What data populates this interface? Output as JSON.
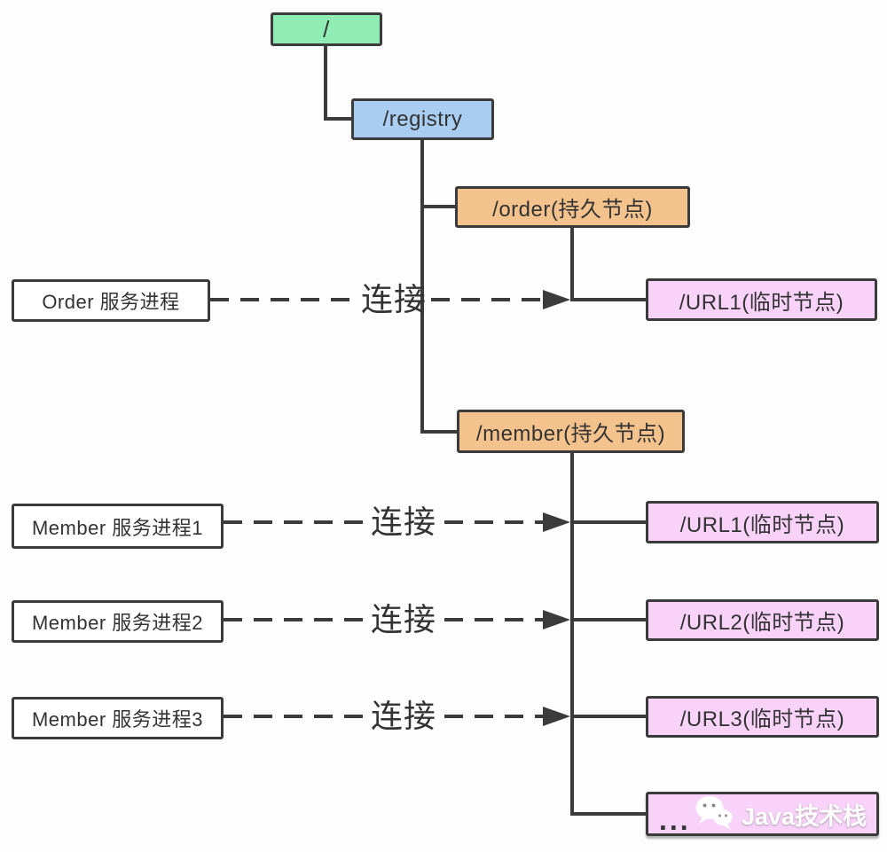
{
  "connector_label": "连接",
  "nodes": {
    "root": {
      "label": "/",
      "fill": "#8FEDB4"
    },
    "registry": {
      "label": "/registry",
      "fill": "#A9CDF1"
    },
    "order": {
      "label": "/order(持久节点)",
      "fill": "#F4C28C"
    },
    "member": {
      "label": "/member(持久节点)",
      "fill": "#F4C28C"
    },
    "order_url1": {
      "label": "/URL1(临时节点)",
      "fill": "#F8D2F8"
    },
    "member_url1": {
      "label": "/URL1(临时节点)",
      "fill": "#F8D2F8"
    },
    "member_url2": {
      "label": "/URL2(临时节点)",
      "fill": "#F8D2F8"
    },
    "member_url3": {
      "label": "/URL3(临时节点)",
      "fill": "#F8D2F8"
    },
    "member_more": {
      "label": "...",
      "fill": "#F8D2F8"
    }
  },
  "processes": {
    "order": {
      "label": "Order 服务进程"
    },
    "member1": {
      "label": "Member 服务进程1"
    },
    "member2": {
      "label": "Member 服务进程2"
    },
    "member3": {
      "label": "Member 服务进程3"
    }
  },
  "watermark": {
    "text": "Java技术栈",
    "icon": "wechat-icon"
  },
  "colors": {
    "line": "#3b3b3b",
    "node_green": "#8FEDB4",
    "node_blue": "#A9CDF1",
    "node_orange": "#F4C28C",
    "node_pink": "#F8D2F8",
    "text": "#333333"
  }
}
